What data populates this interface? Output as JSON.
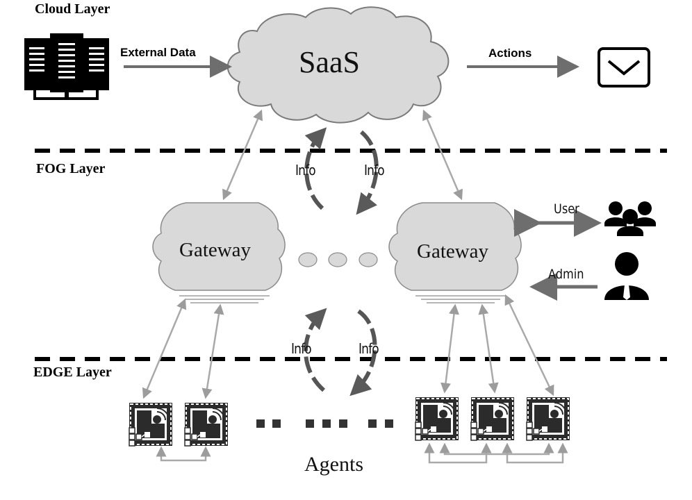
{
  "layers": {
    "cloud": "Cloud Layer",
    "fog": "FOG Layer",
    "edge": "EDGE Layer"
  },
  "cloud": {
    "saas_label": "SaaS",
    "external_data_label": "External Data",
    "actions_label": "Actions"
  },
  "fog": {
    "gateway_left_label": "Gateway",
    "gateway_right_label": "Gateway",
    "info_top_left": "Info",
    "info_top_right": "Info",
    "info_bottom_left": "Info",
    "info_bottom_right": "Info",
    "user_label": "User",
    "admin_label": "Admin"
  },
  "edge": {
    "agents_label": "Agents"
  },
  "icons": {
    "server": "server-icon",
    "mail": "mail-icon",
    "users": "users-group-icon",
    "admin": "admin-person-icon",
    "chip": "iot-chip-icon"
  },
  "colors": {
    "arrow_dark": "#6e6e6e",
    "arrow_light": "#a9a9a9",
    "cloud_fill": "#d9d9d9",
    "chip_body": "#2b2b2b"
  }
}
